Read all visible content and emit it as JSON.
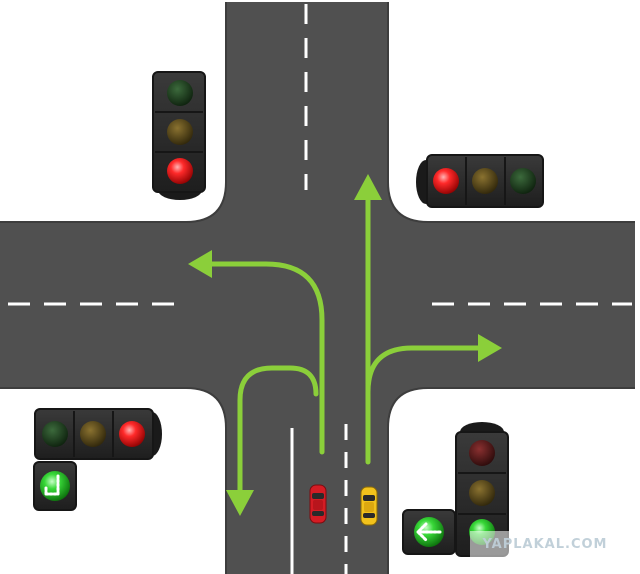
{
  "scene": {
    "name": "four-way-intersection",
    "colors": {
      "background": "#ffffff",
      "asphalt": "#505050",
      "asphalt_edge": "#3d3d3d",
      "lane_marking": "#ffffff",
      "arrow": "#8bcf3a",
      "housing": "#2b2b2b",
      "housing_edge": "#161616",
      "red_on": "#ff2a2a",
      "red_off": "#4a1414",
      "amber_off": "#5a4a14",
      "green_on": "#3ddc3d",
      "green_off": "#1d3d1d",
      "red_car": "#d41c24",
      "yellow_car": "#f2c21c"
    },
    "signals": [
      {
        "id": "north-west",
        "orientation": "vertical",
        "lamps": [
          "green",
          "amber",
          "red"
        ],
        "active": "red"
      },
      {
        "id": "north-east",
        "orientation": "horizontal",
        "lamps": [
          "red",
          "amber",
          "green"
        ],
        "active": "red"
      },
      {
        "id": "south-west",
        "orientation": "horizontal",
        "lamps": [
          "green",
          "amber",
          "red"
        ],
        "active": "red",
        "filter_arrow": "down-left",
        "filter_active": true
      },
      {
        "id": "south-east",
        "orientation": "vertical",
        "lamps": [
          "red",
          "amber",
          "green"
        ],
        "active": "green",
        "filter_arrow": "left",
        "filter_active": true
      }
    ],
    "arrows": [
      "left-turn",
      "u-turn",
      "straight",
      "right-turn"
    ],
    "cars": [
      {
        "id": "red-car",
        "color": "red",
        "lane": "inner-north"
      },
      {
        "id": "yellow-car",
        "color": "yellow",
        "lane": "outer-north"
      }
    ]
  },
  "watermark": "YAPLAKAL.COM"
}
